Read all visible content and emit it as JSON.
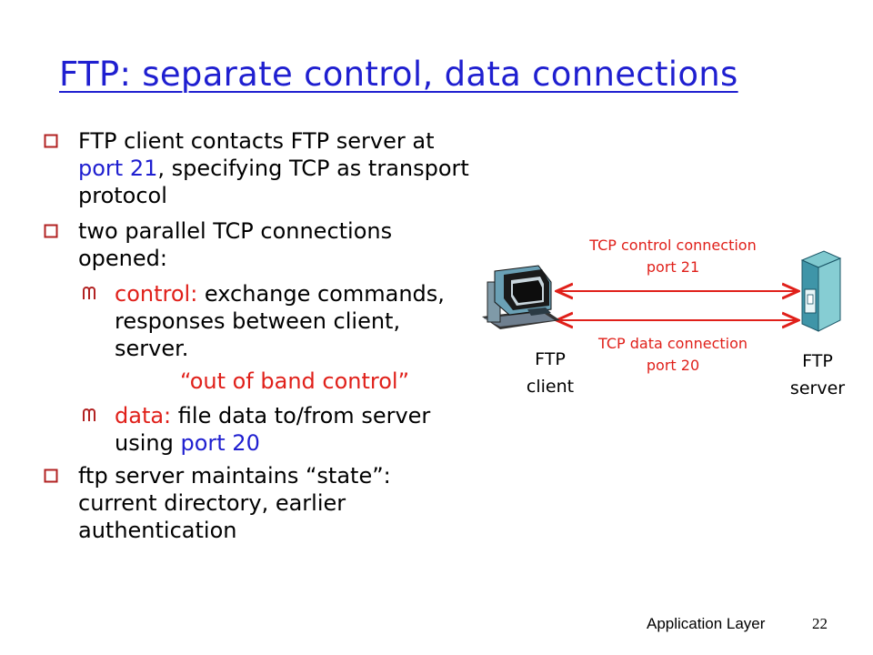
{
  "title": "FTP: separate control, data connections",
  "bullets": {
    "b1": {
      "pre": "FTP client contacts FTP server at ",
      "port": "port 21",
      "post": ", specifying TCP as transport protocol"
    },
    "b2": {
      "text": "two parallel TCP connections opened:"
    },
    "sub1": {
      "key": "control:",
      "text": " exchange commands, responses between client, server."
    },
    "quote": "“out of band control”",
    "sub2": {
      "key": "data:",
      "text": " file data to/from server using ",
      "port": "port 20"
    },
    "b3": {
      "text": "ftp server maintains “state”: current directory, earlier authentication"
    }
  },
  "diagram": {
    "control_label_line1": "TCP control connection",
    "control_label_line2": "port 21",
    "data_label_line1": "TCP data connection",
    "data_label_line2": "port 20",
    "client_label_line1": "FTP",
    "client_label_line2": "client",
    "server_label_line1": "FTP",
    "server_label_line2": "server"
  },
  "footer": {
    "section": "Application Layer",
    "page": "22"
  },
  "colors": {
    "title": "#1f1fd0",
    "accent_red": "#e0201a",
    "link_blue": "#1f1fd0",
    "bullet_red": "#b22222"
  }
}
